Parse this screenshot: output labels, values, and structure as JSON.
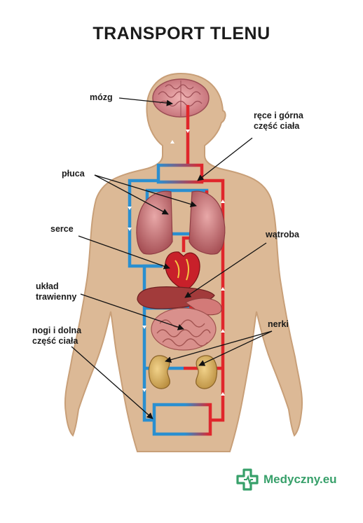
{
  "title": "TRANSPORT TLENU",
  "labels": {
    "brain": "mózg",
    "upper": "ręce i górna\nczęść ciała",
    "lungs": "płuca",
    "heart": "serce",
    "liver": "wątroba",
    "digestive": "układ\ntrawienny",
    "kidneys": "nerki",
    "lower": "nogi i dolna\nczęść ciała"
  },
  "brand": {
    "name": "Medyczny.eu",
    "icon": "medical-cross-logo-icon",
    "color": "#37a06a"
  },
  "colors": {
    "oxygenated": "#e0262b",
    "deoxygenated": "#2a8fd0",
    "skin": "#dcb996",
    "skin_edge": "#c89f78",
    "organ_red": "#b03a3a",
    "kidney": "#d9b46a"
  }
}
